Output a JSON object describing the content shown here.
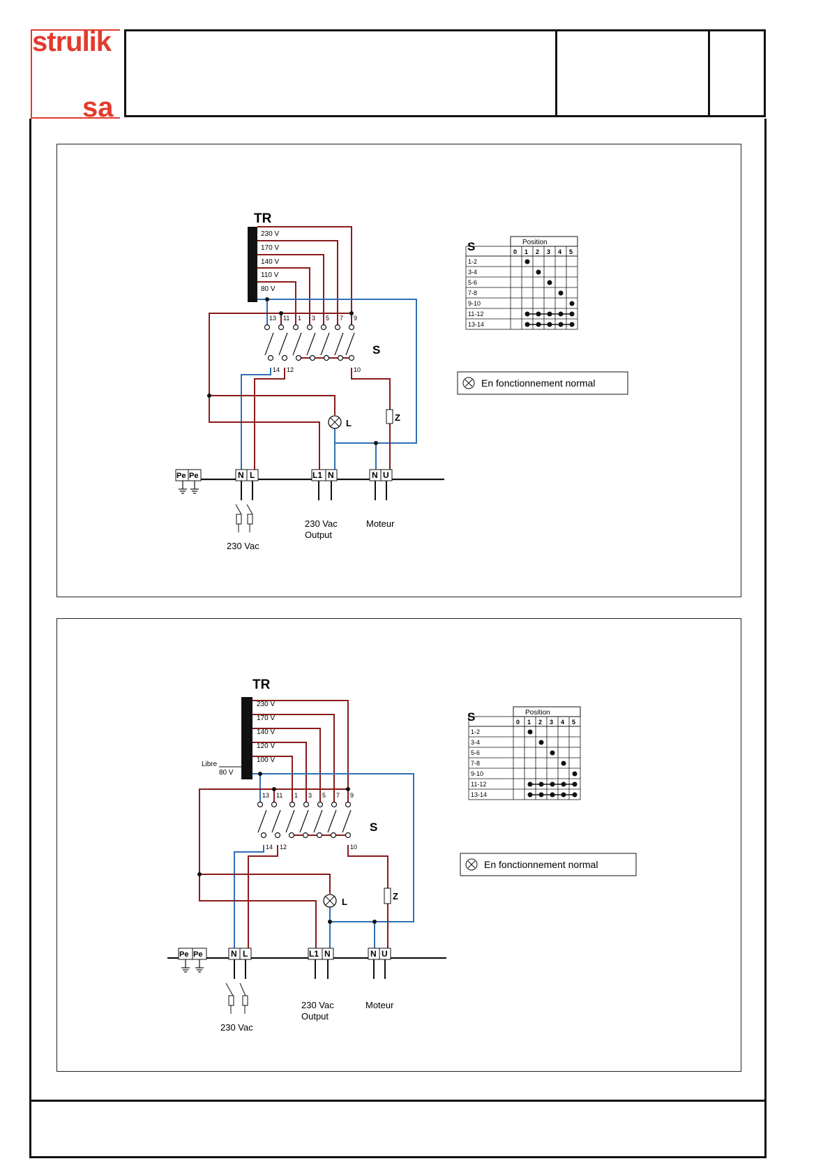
{
  "logo": {
    "top_text": "strulik",
    "bottom_text": "sa",
    "color": "#e23b2e"
  },
  "colors": {
    "red_wire": "#8b1a1a",
    "blue_wire": "#2f6fb5",
    "black": "#111111"
  },
  "diagram1": {
    "transformer_label": "TR",
    "taps": [
      "230 V",
      "170 V",
      "140 V",
      "110 V",
      "80 V"
    ],
    "terminals_top": [
      "13",
      "11",
      "1",
      "3",
      "5",
      "7",
      "9"
    ],
    "terminals_bottom": [
      "14",
      "12",
      "10"
    ],
    "switch_label": "S",
    "lamp_label": "L",
    "z_label": "Z",
    "pe": [
      "Pe",
      "Pe"
    ],
    "terminal_blocks": [
      "N",
      "L",
      "L1",
      "N",
      "N",
      "U"
    ],
    "supply_label": "230 Vac",
    "output_label_1": "230 Vac",
    "output_label_2": "Output",
    "motor_label": "Moteur",
    "table": {
      "title": "S",
      "header": "Position",
      "positions": [
        "0",
        "1",
        "2",
        "3",
        "4",
        "5"
      ],
      "rows": [
        "1-2",
        "3-4",
        "5-6",
        "7-8",
        "9-10",
        "11-12",
        "13-14"
      ]
    },
    "legend": "En fonctionnement normal"
  },
  "diagram2": {
    "transformer_label": "TR",
    "taps": [
      "230 V",
      "170 V",
      "140 V",
      "120 V",
      "100 V"
    ],
    "extra_label_1": "Libre",
    "extra_label_2": "80 V",
    "terminals_top": [
      "13",
      "11",
      "1",
      "3",
      "5",
      "7",
      "9"
    ],
    "terminals_bottom": [
      "14",
      "12",
      "10"
    ],
    "switch_label": "S",
    "lamp_label": "L",
    "z_label": "Z",
    "pe": [
      "Pe",
      "Pe"
    ],
    "terminal_blocks": [
      "N",
      "L",
      "L1",
      "N",
      "N",
      "U"
    ],
    "supply_label": "230 Vac",
    "output_label_1": "230 Vac",
    "output_label_2": "Output",
    "motor_label": "Moteur",
    "table": {
      "title": "S",
      "header": "Position",
      "positions": [
        "0",
        "1",
        "2",
        "3",
        "4",
        "5"
      ],
      "rows": [
        "1-2",
        "3-4",
        "5-6",
        "7-8",
        "9-10",
        "11-12",
        "13-14"
      ]
    },
    "legend": "En fonctionnement normal"
  }
}
